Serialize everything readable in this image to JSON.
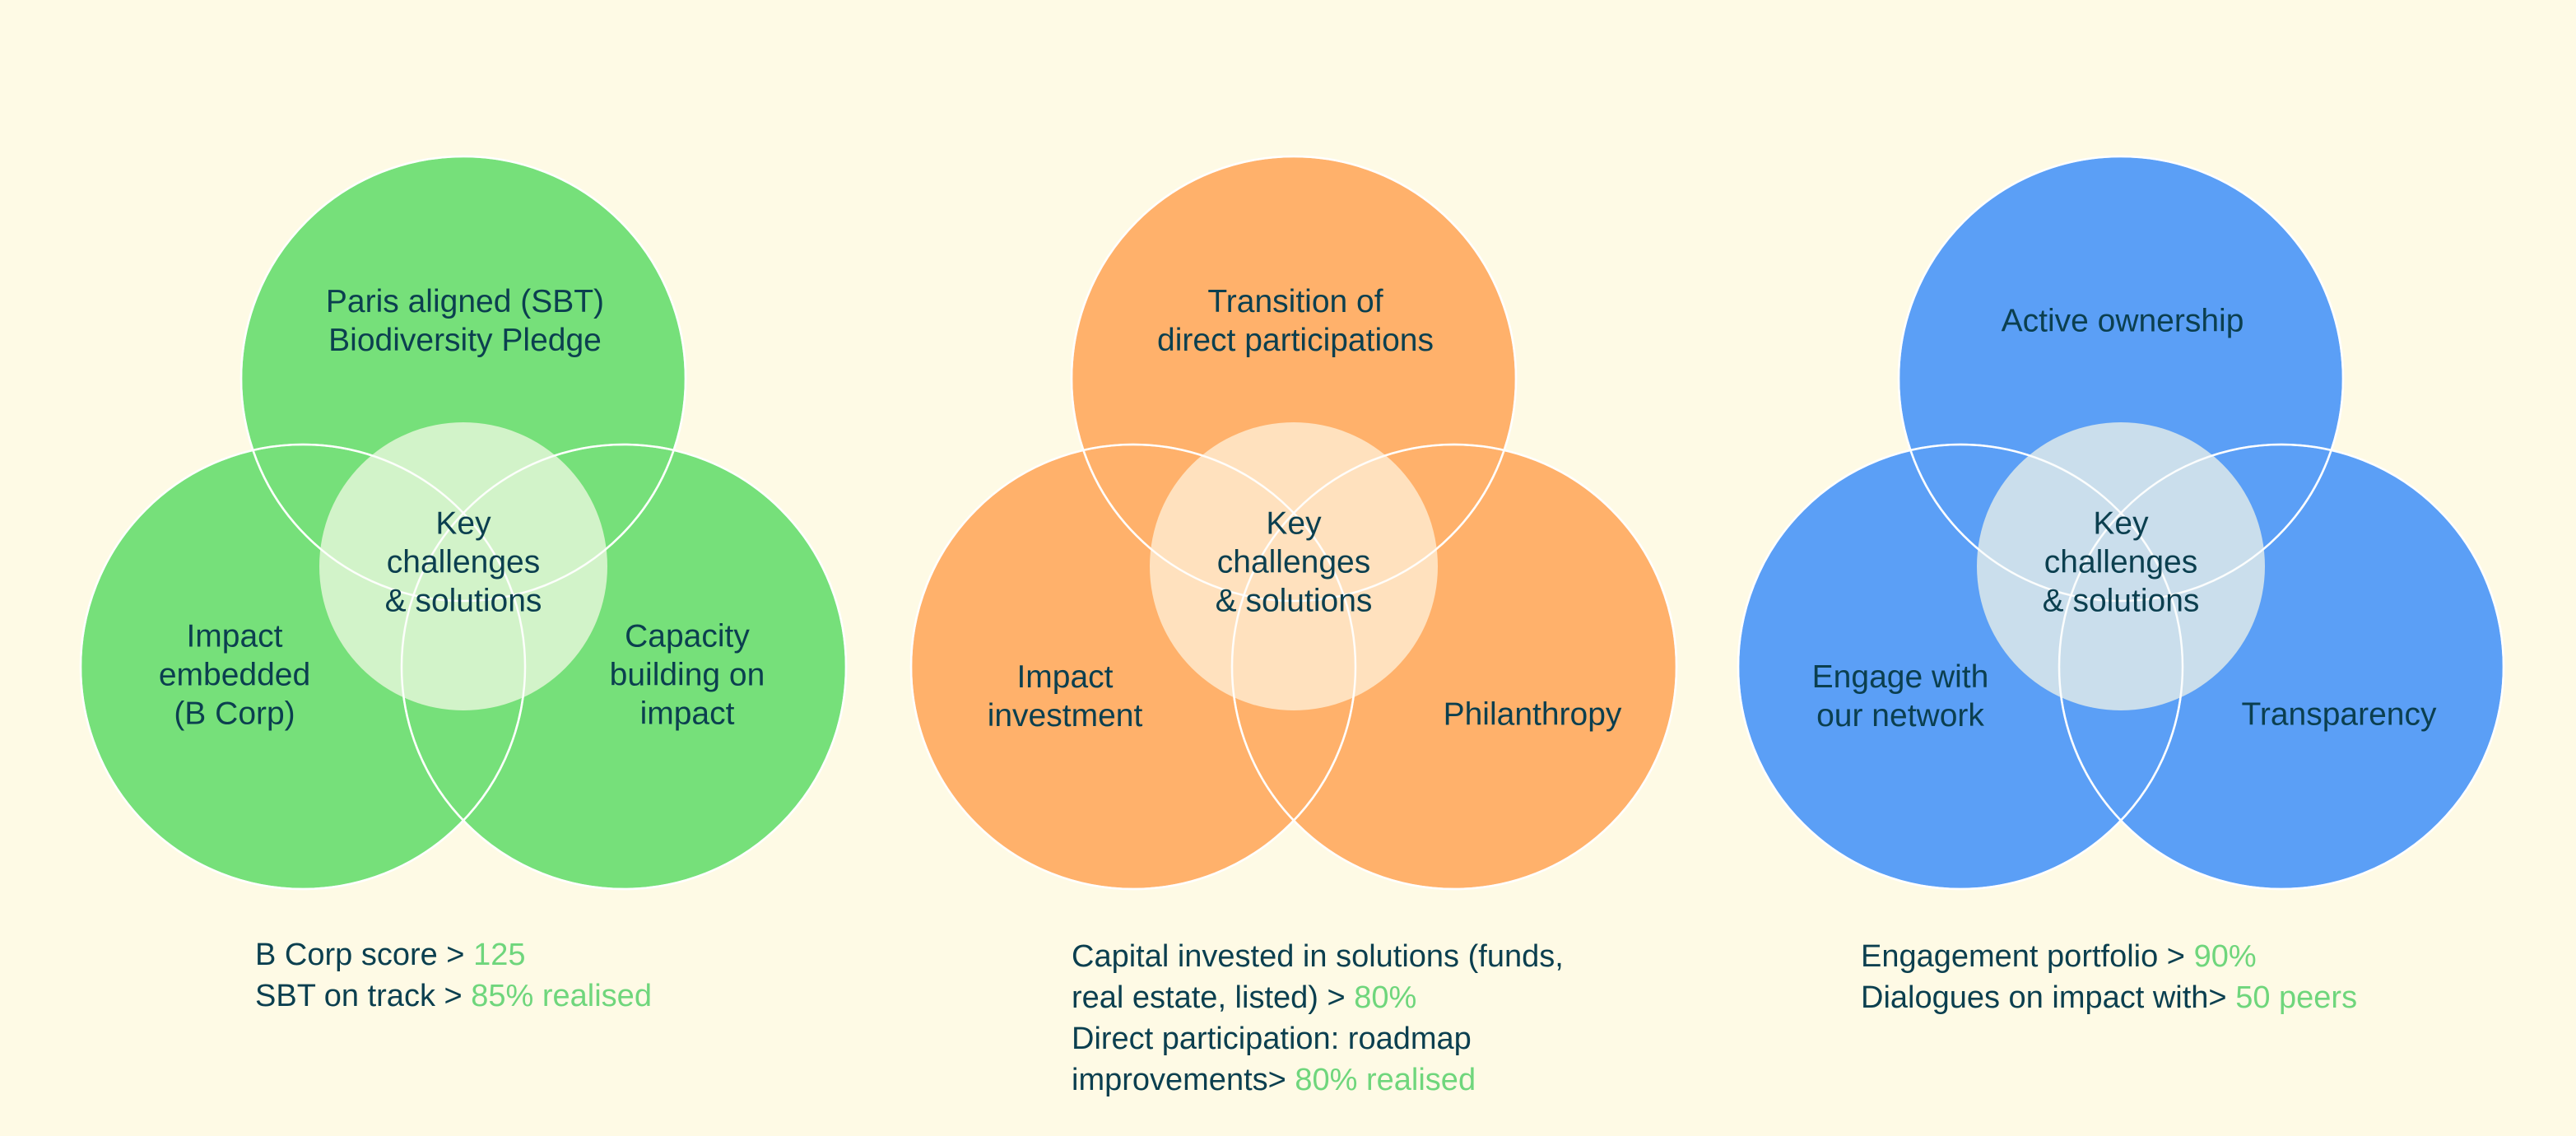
{
  "colors": {
    "background": "#fefae5",
    "green": "#76e07a",
    "orange": "#ffb16b",
    "blue": "#5b9ff6",
    "text": "#0b3f4f",
    "highlight": "#6fd67c"
  },
  "diagrams": [
    {
      "fill": "#76e07a",
      "center_fill": "#daf4cf",
      "center_label": [
        "Key",
        "challenges",
        "& solutions"
      ],
      "top_label": [
        "Paris aligned (SBT)",
        "Biodiversity Pledge"
      ],
      "left_label": [
        "Impact",
        "embedded",
        "(B Corp)"
      ],
      "right_label": [
        "Capacity",
        "building on",
        "impact"
      ],
      "metrics": [
        {
          "text": "B Corp score > ",
          "highlight": "125"
        },
        {
          "text": "SBT on track > ",
          "highlight": "85% realised"
        }
      ]
    },
    {
      "fill": "#ffb16b",
      "center_fill": "#ffe5c6",
      "center_label": [
        "Key",
        "challenges",
        "& solutions"
      ],
      "top_label": [
        "Transition of",
        "direct participations"
      ],
      "left_label": [
        "Impact",
        "investment"
      ],
      "right_label": [
        "Philanthropy"
      ],
      "metrics": [
        {
          "text": "Capital invested in solutions (funds,",
          "highlight": ""
        },
        {
          "text": "real estate, listed) > ",
          "highlight": "80%"
        },
        {
          "text": "Direct participation: roadmap",
          "highlight": ""
        },
        {
          "text": "improvements> ",
          "highlight": "80% realised"
        }
      ]
    },
    {
      "fill": "#5b9ff6",
      "center_fill": "#d4e3ea",
      "center_label": [
        "Key",
        "challenges",
        "& solutions"
      ],
      "top_label": [
        "Active ownership"
      ],
      "left_label": [
        "Engage with",
        "our network"
      ],
      "right_label": [
        "Transparency"
      ],
      "metrics": [
        {
          "text": "Engagement portfolio > ",
          "highlight": "90%"
        },
        {
          "text": "Dialogues on impact with> ",
          "highlight": "50 peers"
        }
      ]
    }
  ]
}
